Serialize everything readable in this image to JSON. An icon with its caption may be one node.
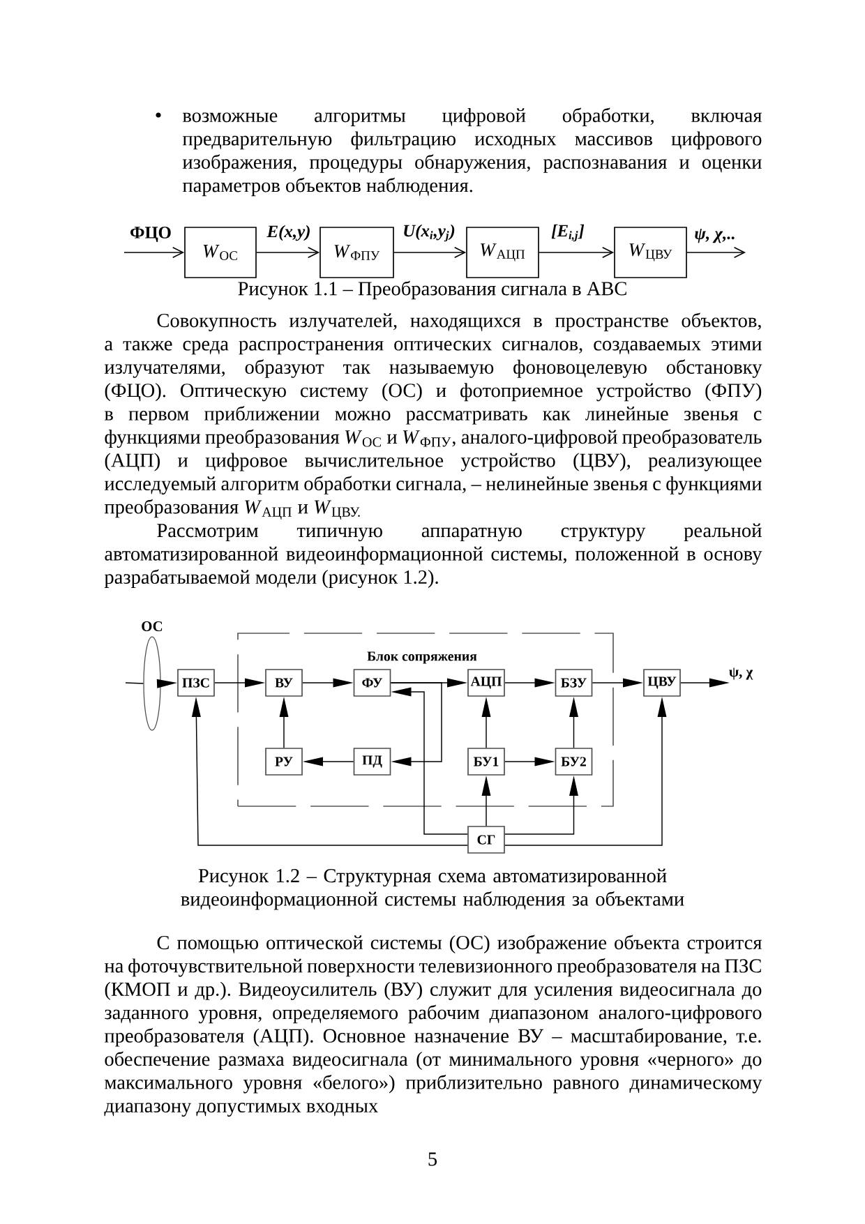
{
  "diagram": {
    "nodes": [
      {
        "text": [
          "*W*$_{ОС}$"
        ]
      },
      {
        "text": [
          "*W*$_{ФПУ}$"
        ]
      },
      {
        "text": [
          "*W*$_{АЦП}$"
        ]
      },
      {
        "text": [
          "*W*$_{ЦВУ}$"
        ]
      },
      {
        "text": [
          "ОС"
        ]
      },
      {
        "text": [
          "Блок сопряжения"
        ]
      },
      {
        "text": [
          "ПЗС"
        ]
      },
      {
        "text": [
          "ВУ"
        ],
        "in": 5
      },
      {
        "text": [
          "ФУ"
        ],
        "in": 5
      },
      {
        "text": [
          "АЦП"
        ],
        "in": 5
      },
      {
        "text": [
          "БЗУ"
        ],
        "in": 5
      },
      {
        "text": [
          "ЦВУ"
        ]
      },
      {
        "text": [
          "РУ"
        ],
        "in": 5
      },
      {
        "text": [
          "ПД"
        ],
        "in": 5
      },
      {
        "text": [
          "БУ1"
        ],
        "in": 5
      },
      {
        "text": [
          "БУ2"
        ],
        "in": 5
      },
      {
        "text": [
          "СГ"
        ]
      }
    ],
    "edges": [
      {
        "from": null,
        "to": 0,
        "arrow": "to",
        "label": "ФЦО"
      },
      {
        "from": 0,
        "to": 1,
        "arrow": "to",
        "label": "E(x,y)"
      },
      {
        "from": 1,
        "to": 2,
        "arrow": "to",
        "label": "U(x$_{i}$,y$_{j}$)"
      },
      {
        "from": 2,
        "to": 3,
        "arrow": "to",
        "label": "[E$_{i,j}$]"
      },
      {
        "from": 3,
        "to": null,
        "arrow": "to",
        "label": "ψ, χ,.."
      },
      {
        "from": null,
        "to": 4,
        "arrow": "none"
      },
      {
        "from": 4,
        "to": 6,
        "arrow": "to"
      },
      {
        "from": 6,
        "to": 7,
        "arrow": "to"
      },
      {
        "from": 7,
        "to": 8,
        "arrow": "to"
      },
      {
        "from": 8,
        "to": 9,
        "arrow": "to"
      },
      {
        "from": 9,
        "to": 10,
        "arrow": "to"
      },
      {
        "from": 10,
        "to": 11,
        "arrow": "to"
      },
      {
        "from": 11,
        "to": null,
        "arrow": "to",
        "label": "ψ, χ"
      },
      {
        "from": 12,
        "to": 7,
        "arrow": "to"
      },
      {
        "from": 13,
        "to": 12,
        "arrow": "to"
      },
      {
        "from": 8,
        "to": 13,
        "arrow": "to"
      },
      {
        "from": 14,
        "to": 9,
        "arrow": "to"
      },
      {
        "from": 14,
        "to": 15,
        "arrow": "to"
      },
      {
        "from": 15,
        "to": 10,
        "arrow": "to"
      },
      {
        "from": 16,
        "to": 14,
        "arrow": "to"
      },
      {
        "from": 16,
        "to": 15,
        "arrow": "to"
      },
      {
        "from": 16,
        "to": 8,
        "arrow": "to"
      },
      {
        "from": 16,
        "to": 6,
        "arrow": "to"
      },
      {
        "from": 16,
        "to": 11,
        "arrow": "to"
      }
    ],
    "labels": [
      "возможные алгоритмы цифровой обработки, включая предварительную фильтрацию исходных массивов цифрового изображения, процедуры обнаружения, распознавания и оценки параметров объектов наблюдения.",
      "Рисунок 1.1 – Преобразования сигнала в АВС",
      "Совокупность излучателей, находящихся в пространстве объектов, а также среда распространения оптических сигналов, создаваемых этими излучателями, образуют так называемую фоновоцелевую обстановку (ФЦО). Оптическую систему (ОС) и фотоприемное устройство (ФПУ) в первом приближении можно рассматривать как линейные звенья с функциями преобразования *W*$_{ОС}$ и *W*$_{ФПУ}$, аналого-цифровой преобразователь (АЦП) и цифровое вычислительное устройство (ЦВУ), реализующее исследуемый алгоритм обработки сигнала, – нелинейные звенья с функциями преобразования *W*$_{АЦП}$ и *W*$_{ЦВУ.}$",
      "Рассмотрим типичную аппаратную структуру реальной автоматизированной видеоинформационной системы, положенной в основу разрабатываемой модели (рисунок 1.2).",
      "Рисунок 1.2 – Структурная схема автоматизированной видеоинформационной системы наблюдения за объектами",
      "С помощью оптической системы (ОС) изображение объекта строится на фоточувствительной поверхности телевизионного преобразователя на ПЗС (КМОП и др.). Видеоусилитель (ВУ) служит для усиления видеосигнала до заданного уровня, определяемого рабочим диапазоном аналого-цифрового преобразователя (АЦП). Основное назначение ВУ – масштабирование, т.е. обеспечение размаха видеосигнала (от минимального уровня «черного» до максимального уровня «белого») приблизительно равного динамическому диапазону допустимых входных",
      "5"
    ]
  }
}
